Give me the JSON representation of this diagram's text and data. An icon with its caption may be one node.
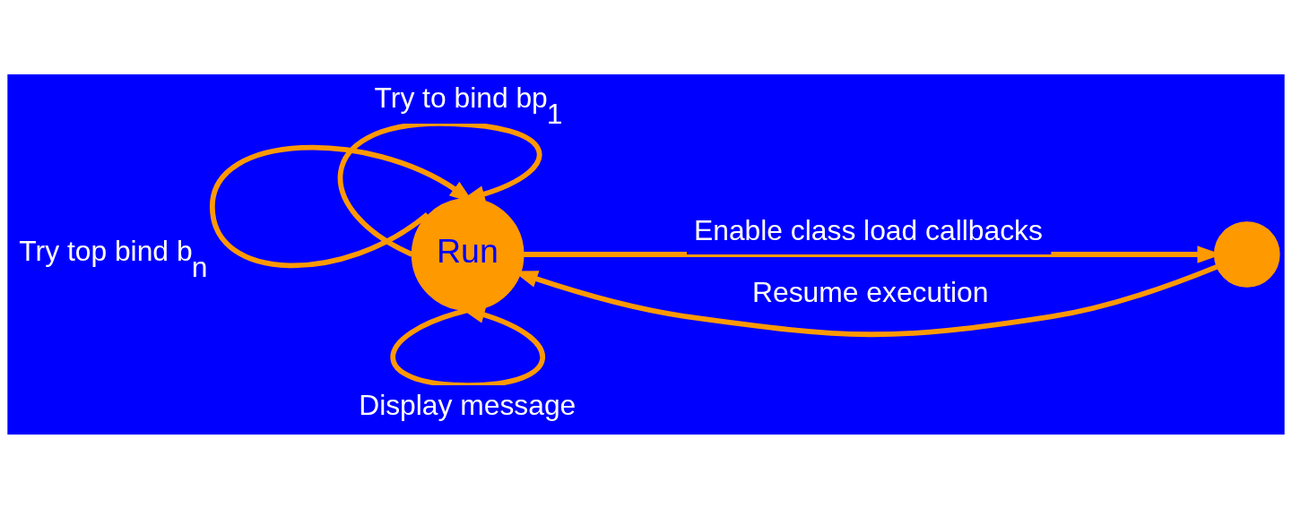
{
  "diagram": {
    "nodes": [
      {
        "text": [
          "Run"
        ]
      },
      {
        "text": [],
        "shape": "circle"
      }
    ],
    "edges": [
      {
        "from": 0,
        "to": 0,
        "arrow": "to",
        "label": "Try to bind bp$_{1}$"
      },
      {
        "from": 0,
        "to": 0,
        "arrow": "to",
        "label": "Try top bind b$_{n}$"
      },
      {
        "from": 0,
        "to": 1,
        "arrow": "to",
        "label": "Enable class load callbacks"
      },
      {
        "from": 1,
        "to": 0,
        "arrow": "to",
        "label": "Resume execution"
      },
      {
        "from": 0,
        "to": 0,
        "arrow": "to",
        "label": "Display message"
      }
    ]
  }
}
